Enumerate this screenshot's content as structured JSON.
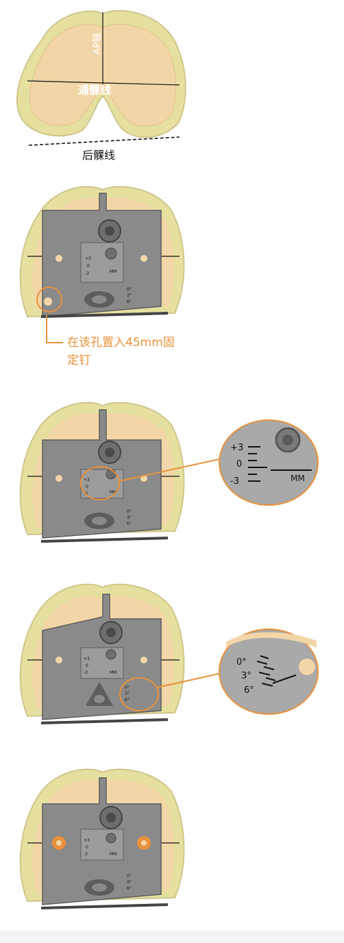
{
  "colors": {
    "bone_outline": "#e6e0a0",
    "bone_face": "#f3d6a7",
    "guide_gray": "#8a8a8a",
    "guide_dark": "#5d5d5d",
    "accent_orange": "#e8913a",
    "zoom_bg": "#a9a9a9"
  },
  "step1": {
    "ap_axis_label": "AP轴",
    "epicondylar_label": "通髁线",
    "posterior_condylar_label": "后髁线"
  },
  "step2": {
    "pin_note_line1": "在该孔置入45mm固",
    "pin_note_line2": "定钉"
  },
  "guide_scale": {
    "plus3": "+3",
    "zero": "0",
    "minus3": "-3",
    "mm": "MM",
    "deg0": "0°",
    "deg3": "3°",
    "deg6": "6°"
  },
  "zoom_mm": {
    "plus3": "+3",
    "zero": "0",
    "minus3": "-3",
    "mm": "MM"
  },
  "zoom_deg": {
    "deg0": "0°",
    "deg3": "3°",
    "deg6": "6°"
  }
}
